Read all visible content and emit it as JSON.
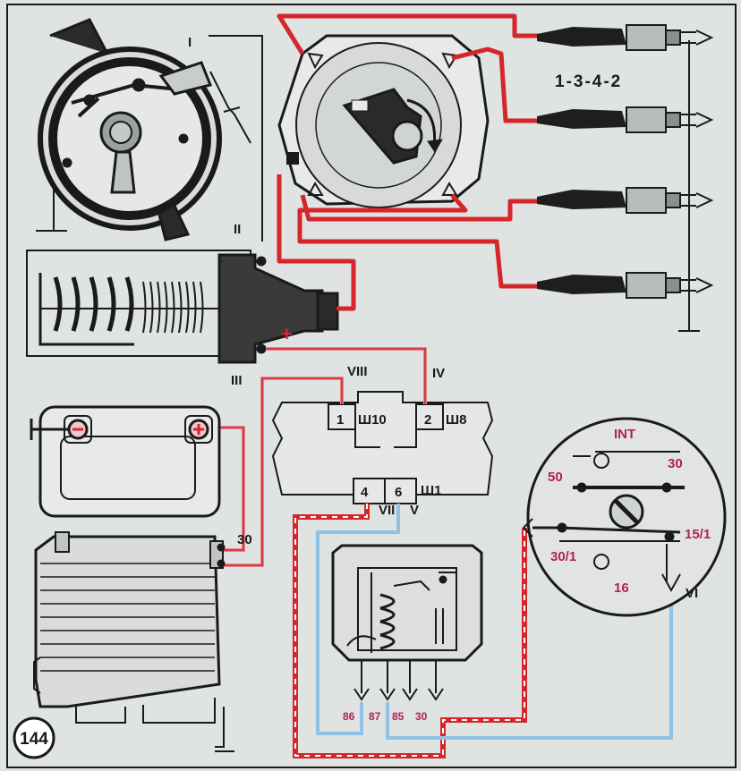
{
  "figure_number": "144",
  "firing_order": "1-3-4-2",
  "roman_labels": {
    "I": "I",
    "II": "II",
    "III": "III",
    "IV": "IV",
    "V": "V",
    "VI": "VI",
    "VII": "VII",
    "VIII": "VIII"
  },
  "plus_sign": "+",
  "connector_block": {
    "pin1": "1",
    "pin2": "2",
    "pin4": "4",
    "pin6": "6",
    "plug_sh10": "Ш10",
    "plug_sh8": "Ш8",
    "plug_sh1": "Ш1"
  },
  "generator_terminal": "30",
  "ignition_switch": {
    "int": "INT",
    "t30": "30",
    "t50": "50",
    "t15_1": "15/1",
    "t30_1": "30/1",
    "t16": "16"
  },
  "relay_pins": {
    "p86": "86",
    "p87": "87",
    "p85": "85",
    "p30": "30"
  },
  "colors": {
    "background": "#dfe3e2",
    "ink": "#1a1a1a",
    "wire_red": "#d6262b",
    "wire_pink": "#e2878f",
    "wire_blue": "#8fc2e4",
    "label_magenta": "#b0225a",
    "spark_plug_black": "#1e1e1e"
  },
  "icons": [
    "distributor-icon",
    "ignition-coil-icon",
    "battery-icon",
    "generator-icon",
    "relay-icon",
    "spark-plug-icon",
    "ignition-switch-icon"
  ]
}
